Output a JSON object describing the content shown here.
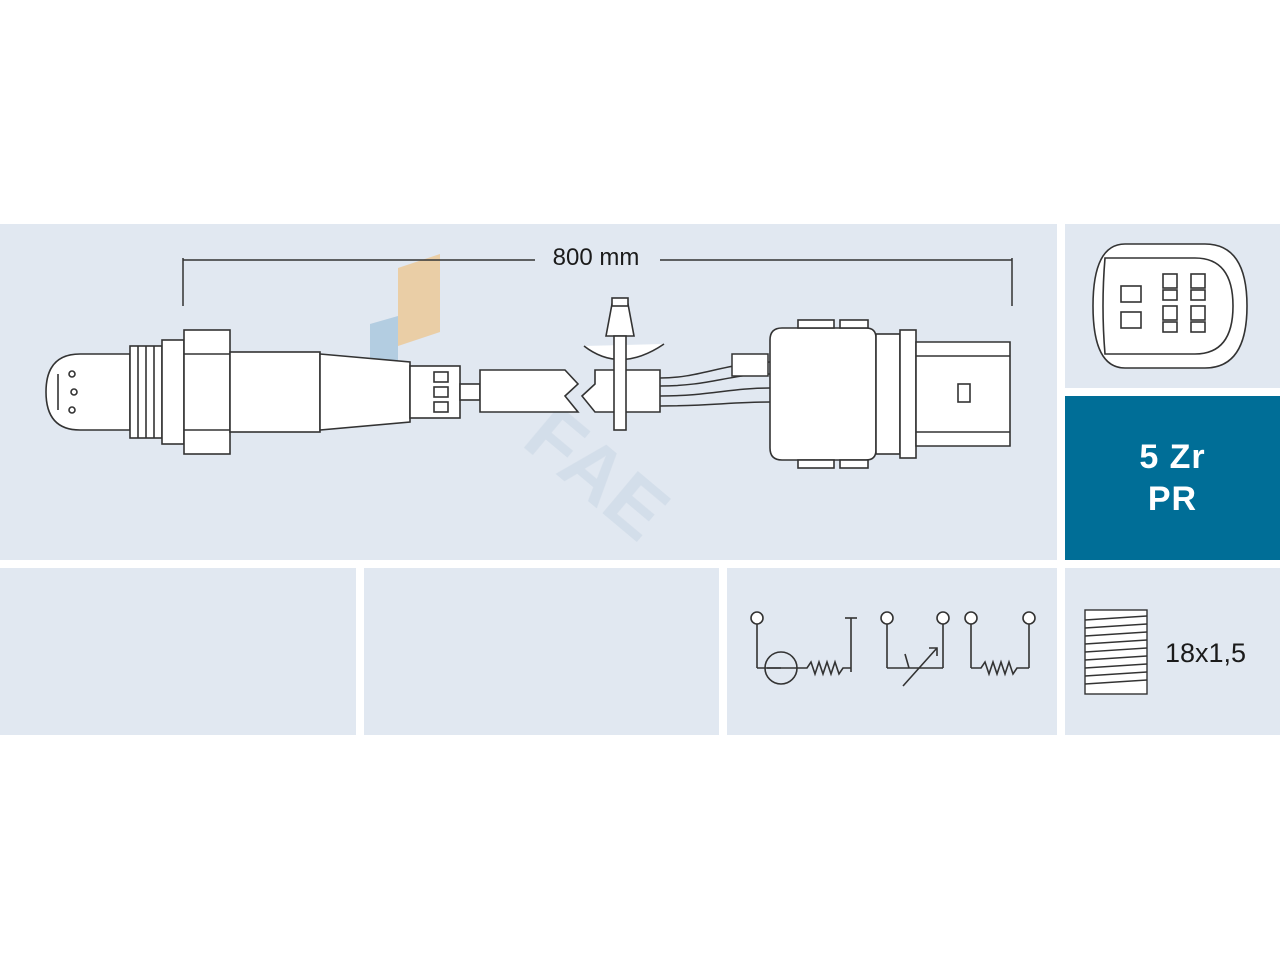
{
  "main": {
    "dimension_label": "800 mm"
  },
  "spec": {
    "type_line1": "5 Zr",
    "type_line2": "PR"
  },
  "thread": {
    "label": "18x1,5"
  },
  "watermark": {
    "text": "FAE"
  },
  "colors": {
    "panel_background": "#e1e8f1",
    "type_box": "#006e97",
    "logo_orange": "#f2b868",
    "logo_blue": "#8fb7d4"
  }
}
